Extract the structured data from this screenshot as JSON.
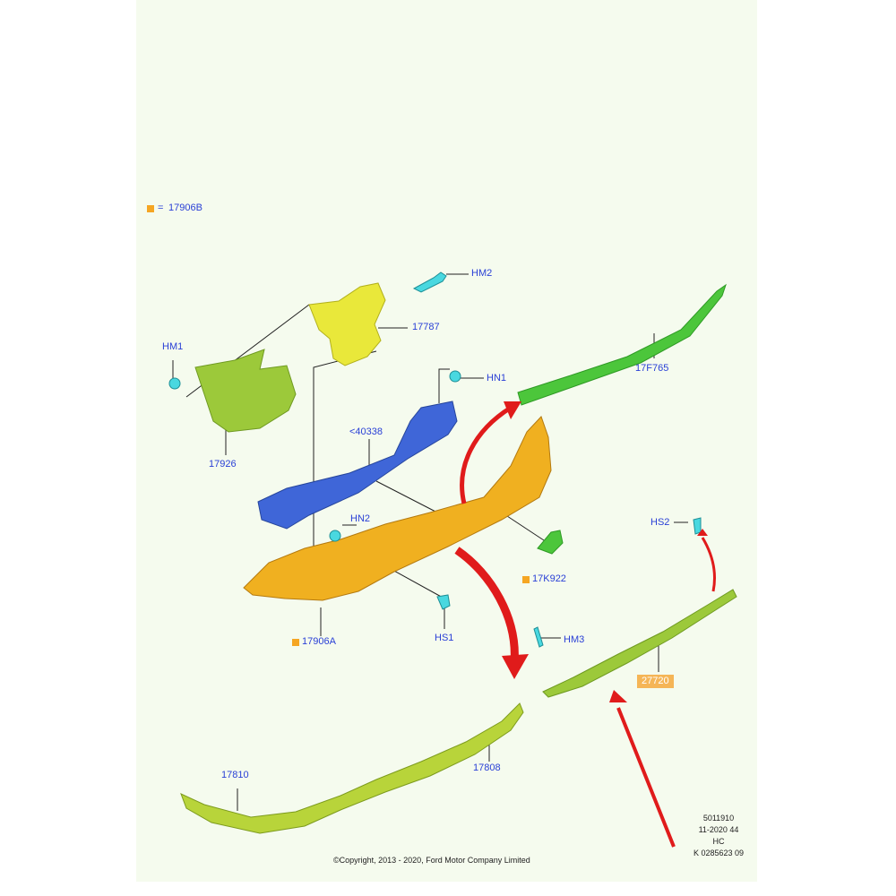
{
  "legend": {
    "code": "17906B",
    "equals": "=",
    "color": "#f5a623"
  },
  "callouts": {
    "hm2": "HM2",
    "p17787": "17787",
    "hm1": "HM1",
    "hn1": "HN1",
    "p17f765": "17F765",
    "p40338": "<40338",
    "p17926": "17926",
    "hn2": "HN2",
    "hs2": "HS2",
    "p17k922": "17K922",
    "p17906a": "17906A",
    "hs1": "HS1",
    "hm3": "HM3",
    "p27720": "27720",
    "p17810": "17810",
    "p17808": "17808"
  },
  "copyright": "©Copyright, 2013 - 2020, Ford Motor Company Limited",
  "reference_block": [
    "5011910",
    "11-2020 44",
    "HC",
    "K 0285623 09"
  ],
  "colors": {
    "paper": "#f5fbee",
    "label_blue": "#2a40d6",
    "bumper_orange": "#f0b020",
    "bracket_yellow": "#e9e83a",
    "bracket_green": "#9cc93a",
    "beam_blue": "#3f66d8",
    "strip_green": "#4cc63b",
    "clip_cyan": "#49d8e0",
    "arrow_red": "#e01b1b",
    "highlight_orange": "#f5b556"
  }
}
